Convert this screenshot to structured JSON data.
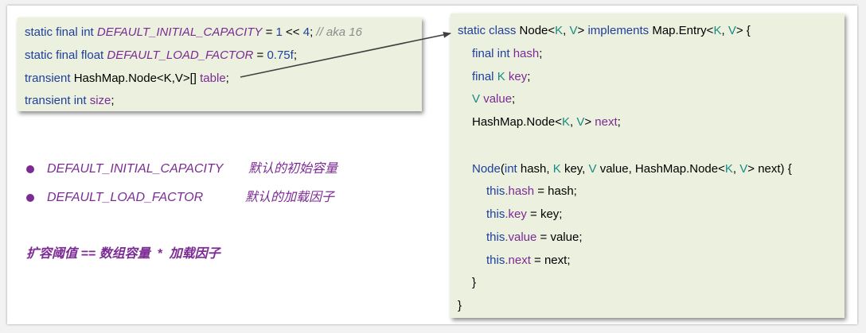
{
  "left_box": {
    "l1": {
      "a": "static final int ",
      "b": "DEFAULT_INITIAL_CAPACITY",
      "c": " = ",
      "d": "1",
      "e": " << ",
      "f": "4",
      "g": "; ",
      "h": "// aka 16"
    },
    "l2": {
      "a": "static final float ",
      "b": "DEFAULT_LOAD_FACTOR",
      "c": " = ",
      "d": "0.75f",
      "e": ";"
    },
    "l3": {
      "a": "transient ",
      "b": "HashMap.Node<K,V>[] ",
      "c": "table",
      "d": ";"
    },
    "l4": {
      "a": "transient int ",
      "b": "size",
      "c": ";"
    }
  },
  "right_box": {
    "l1": {
      "a": "static class ",
      "b": "Node<",
      "c": "K",
      "d": ", ",
      "e": "V",
      "f": "> ",
      "g": "implements ",
      "h": "Map.Entry<",
      "i": "K",
      "j": ", ",
      "k": "V",
      "l": "> {"
    },
    "l2": {
      "a": "final int ",
      "b": "hash",
      "c": ";"
    },
    "l3": {
      "a": "final ",
      "b": "K ",
      "c": "key",
      "d": ";"
    },
    "l4": {
      "a": "V ",
      "b": "value",
      "c": ";"
    },
    "l5": {
      "a": "HashMap.Node<",
      "b": "K",
      "c": ", ",
      "d": "V",
      "e": "> ",
      "f": "next",
      "g": ";"
    },
    "l6": {
      "a": "Node",
      "b": "(",
      "c": "int ",
      "d": "hash, ",
      "e": "K ",
      "f": "key, ",
      "g": "V ",
      "h": "value, HashMap.Node<",
      "i": "K",
      "j": ", ",
      "k": "V",
      "l": "> next) {"
    },
    "l7": {
      "a": "this",
      "b": ".hash",
      "c": " = hash;"
    },
    "l8": {
      "a": "this",
      "b": ".key",
      "c": " = key;"
    },
    "l9": {
      "a": "this",
      "b": ".value",
      "c": " = value;"
    },
    "l10": {
      "a": "this",
      "b": ".next",
      "c": " = next;"
    },
    "l11": "}",
    "l12": "}"
  },
  "bullets": [
    {
      "name": "DEFAULT_INITIAL_CAPACITY",
      "desc": "默认的初始容量"
    },
    {
      "name": "DEFAULT_LOAD_FACTOR",
      "desc": "默认的加载因子"
    }
  ],
  "formula": "扩容阈值 == 数组容量  *  加载因子",
  "colors": {
    "box_bg": "#ebf1de",
    "keyword": "#1f3f9c",
    "field": "#7b2b93",
    "type_var": "#1a8a82",
    "comment": "#8c8c8c",
    "arrow": "#404040"
  }
}
